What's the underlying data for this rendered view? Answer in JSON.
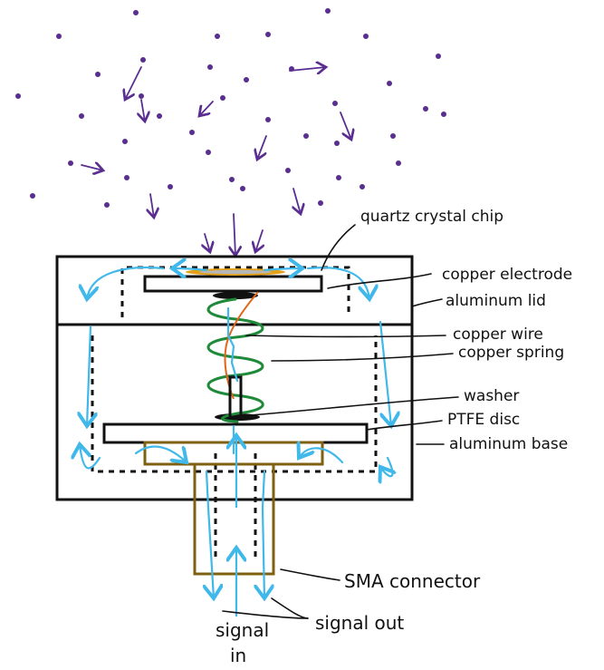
{
  "labels": {
    "quartz_crystal_chip": "quartz crystal chip",
    "copper_electrode": "copper electrode",
    "aluminum_lid": "aluminum lid",
    "copper_wire": "copper wire",
    "copper_spring": "copper spring",
    "washer": "washer",
    "ptfe_disc": "PTFE disc",
    "aluminum_base": "aluminum base",
    "sma_connector": "SMA connector",
    "signal_out": "signal out",
    "signal_in_line1": "signal",
    "signal_in_line2": "in"
  },
  "colors": {
    "particles": "#5a2d91",
    "signal_flow": "#41b8ea",
    "spring": "#1f8a3a",
    "sma": "#7f6012",
    "quartz": "#e3a11a",
    "wire": "#e2661a"
  }
}
